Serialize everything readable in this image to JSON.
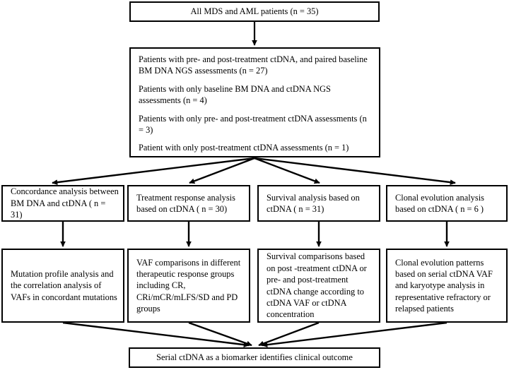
{
  "diagram": {
    "type": "flowchart",
    "title_box": {
      "text": "All MDS and AML patients (n = 35)"
    },
    "cohort_box": {
      "paragraphs": [
        "Patients with pre- and post-treatment ctDNA, and paired baseline BM DNA NGS assessments (n = 27)",
        "Patients with only baseline BM DNA and ctDNA NGS assessments (n = 4)",
        "Patients with only pre- and post-treatment ctDNA assessments (n = 3)",
        "Patient with only post-treatment ctDNA assessments (n = 1)"
      ]
    },
    "analysis_row": [
      {
        "text": "Concordance analysis between BM DNA and ctDNA ( n = 31)"
      },
      {
        "text": "Treatment response analysis based on ctDNA ( n = 30)"
      },
      {
        "text": "Survival analysis based on ctDNA ( n = 31)"
      },
      {
        "text": "Clonal evolution analysis based on ctDNA ( n = 6 )"
      }
    ],
    "detail_row": [
      {
        "text": "Mutation profile analysis and the correlation analysis of VAFs in concordant mutations"
      },
      {
        "text": "VAF comparisons in different therapeutic response groups including CR, CRi/mCR/mLFS/SD and PD groups"
      },
      {
        "text": "Survival comparisons based on post -treatment ctDNA or pre- and post-treatment ctDNA change according to ctDNA VAF or ctDNA concentration"
      },
      {
        "text": "Clonal evolution patterns based on serial ctDNA VAF and karyotype analysis in representative refractory or relapsed patients"
      }
    ],
    "conclusion_box": {
      "text": "Serial ctDNA as a biomarker identifies clinical outcome"
    },
    "colors": {
      "stroke": "#000000",
      "fill": "#ffffff",
      "text": "#000000"
    }
  }
}
